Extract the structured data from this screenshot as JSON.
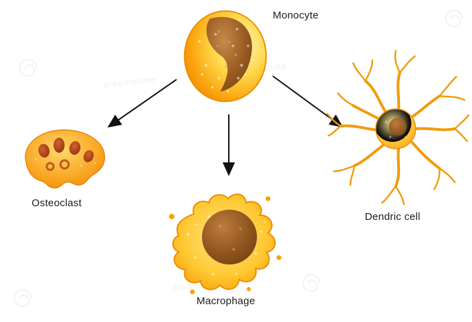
{
  "diagram": {
    "cells": {
      "monocyte": {
        "label": "Monocyte"
      },
      "osteoclast": {
        "label": "Osteoclast"
      },
      "macrophage": {
        "label": "Macrophage"
      },
      "dendritic": {
        "label": "Dendric cell"
      }
    },
    "watermark": {
      "text": "dreamstime"
    },
    "colors": {
      "cell_body_orange": "#f9a10a",
      "cell_highlight": "#ffe37a",
      "nucleus_brown": "#8a4d1c",
      "osteoclast_nucleus_red": "#b3541e",
      "arrow_black": "#111111",
      "background": "#ffffff"
    }
  }
}
